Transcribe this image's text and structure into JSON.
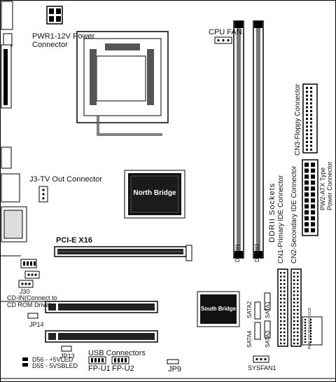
{
  "labels": {
    "pwr1": "PWR1-12V Power",
    "pwr1_2": "Connector",
    "cpu_fan": "CPU FAN",
    "cn3": "CN3-Floppy Connector",
    "j3": "J3-TV Out Connector",
    "north_bridge": "North Bridge",
    "ddrii_sockets": "DDRII Sockets",
    "cn1": "CN1-Primary IDE Connector",
    "cn2": "CN2-Secondary IDE Connector",
    "pw2": "PW2-ATX Type",
    "pw2_2": "Power Connector",
    "ddrii1": "DDRII1",
    "ddrii2": "DDRII2",
    "pcie": "PCI-E X16",
    "j30": "J30",
    "cdin1": "CD-IN(Connect to",
    "cdin2": "CD ROM Drive)",
    "south_bridge": "South Bridge",
    "jp14": "JP14",
    "jp13": "JP13",
    "sata1": "SATA1",
    "sata2": "SATA2",
    "sata3": "SATA3",
    "sata4": "SATA4",
    "d56": "D56 - +5VLED",
    "d55": "D55 - 5VSBLED",
    "usb": "USB Connectors",
    "fpu1": "FP-U1",
    "fpu2": "FP-U2",
    "jp9": "JP9",
    "sysfan1": "SYSFAN1",
    "fp_block": "PWR SW IRDA KEYLOCK"
  }
}
